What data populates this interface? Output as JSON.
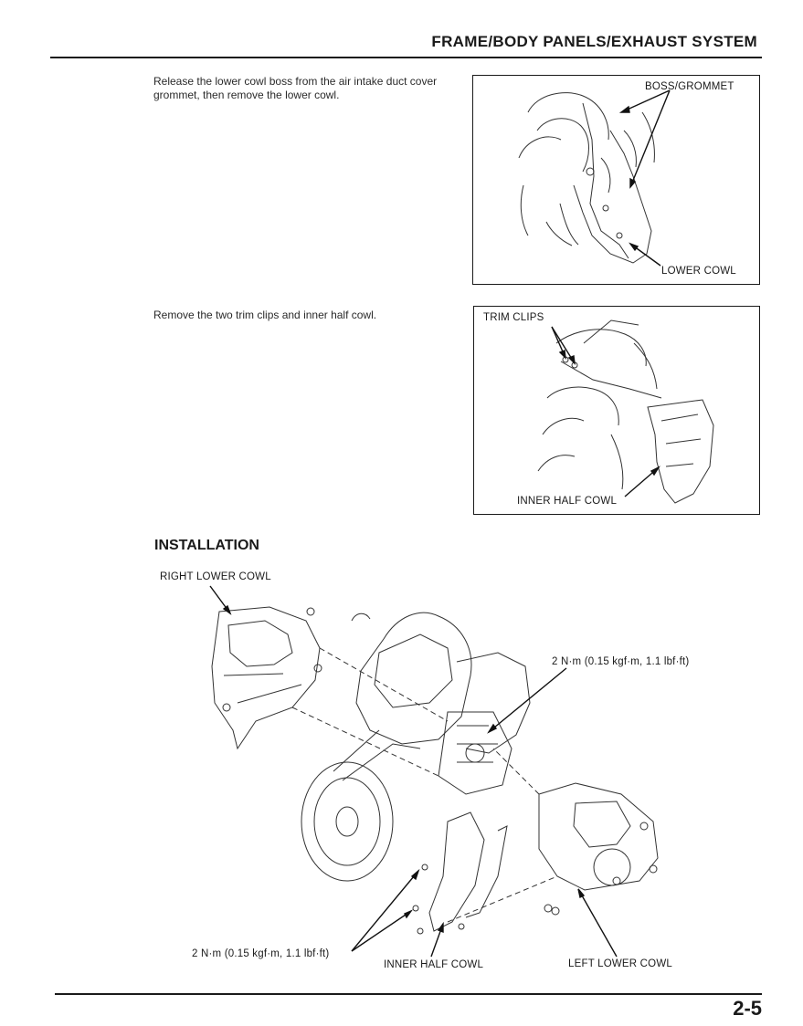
{
  "header": {
    "title": "FRAME/BODY PANELS/EXHAUST SYSTEM"
  },
  "steps": [
    {
      "text": "Release the lower cowl boss from the air intake duct cover grommet, then remove the lower cowl."
    },
    {
      "text": "Remove the two trim clips and inner half cowl."
    }
  ],
  "figure1": {
    "label_top": "BOSS/GROMMET",
    "label_bottom": "LOWER COWL"
  },
  "figure2": {
    "label_top": "TRIM CLIPS",
    "label_bottom": "INNER HALF COWL"
  },
  "installation": {
    "title": "INSTALLATION",
    "labels": {
      "right_lower_cowl": "RIGHT LOWER COWL",
      "torque_upper": "2 N·m (0.15 kgf·m, 1.1 lbf·ft)",
      "torque_lower": "2 N·m (0.15 kgf·m, 1.1 lbf·ft)",
      "inner_half_cowl": "INNER HALF COWL",
      "left_lower_cowl": "LEFT LOWER COWL"
    }
  },
  "footer": {
    "page_number": "2-5"
  }
}
